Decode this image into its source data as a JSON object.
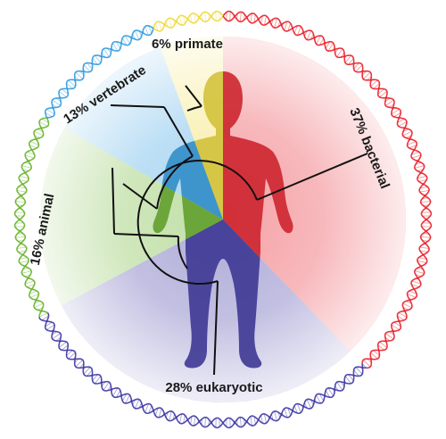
{
  "segments": [
    {
      "key": "bacterial",
      "label": "37% bacterial",
      "percent": 37,
      "color": "#e8202a"
    },
    {
      "key": "eukaryotic",
      "label": "28% eukaryotic",
      "percent": 28,
      "color": "#3d36a3"
    },
    {
      "key": "animal",
      "label": "16% animal",
      "percent": 16,
      "color": "#68b22a"
    },
    {
      "key": "vertebrate",
      "label": "13% vertebrate",
      "percent": 13,
      "color": "#2f9be0"
    },
    {
      "key": "primate",
      "label": "6% primate",
      "percent": 6,
      "color": "#efd93a"
    }
  ]
}
